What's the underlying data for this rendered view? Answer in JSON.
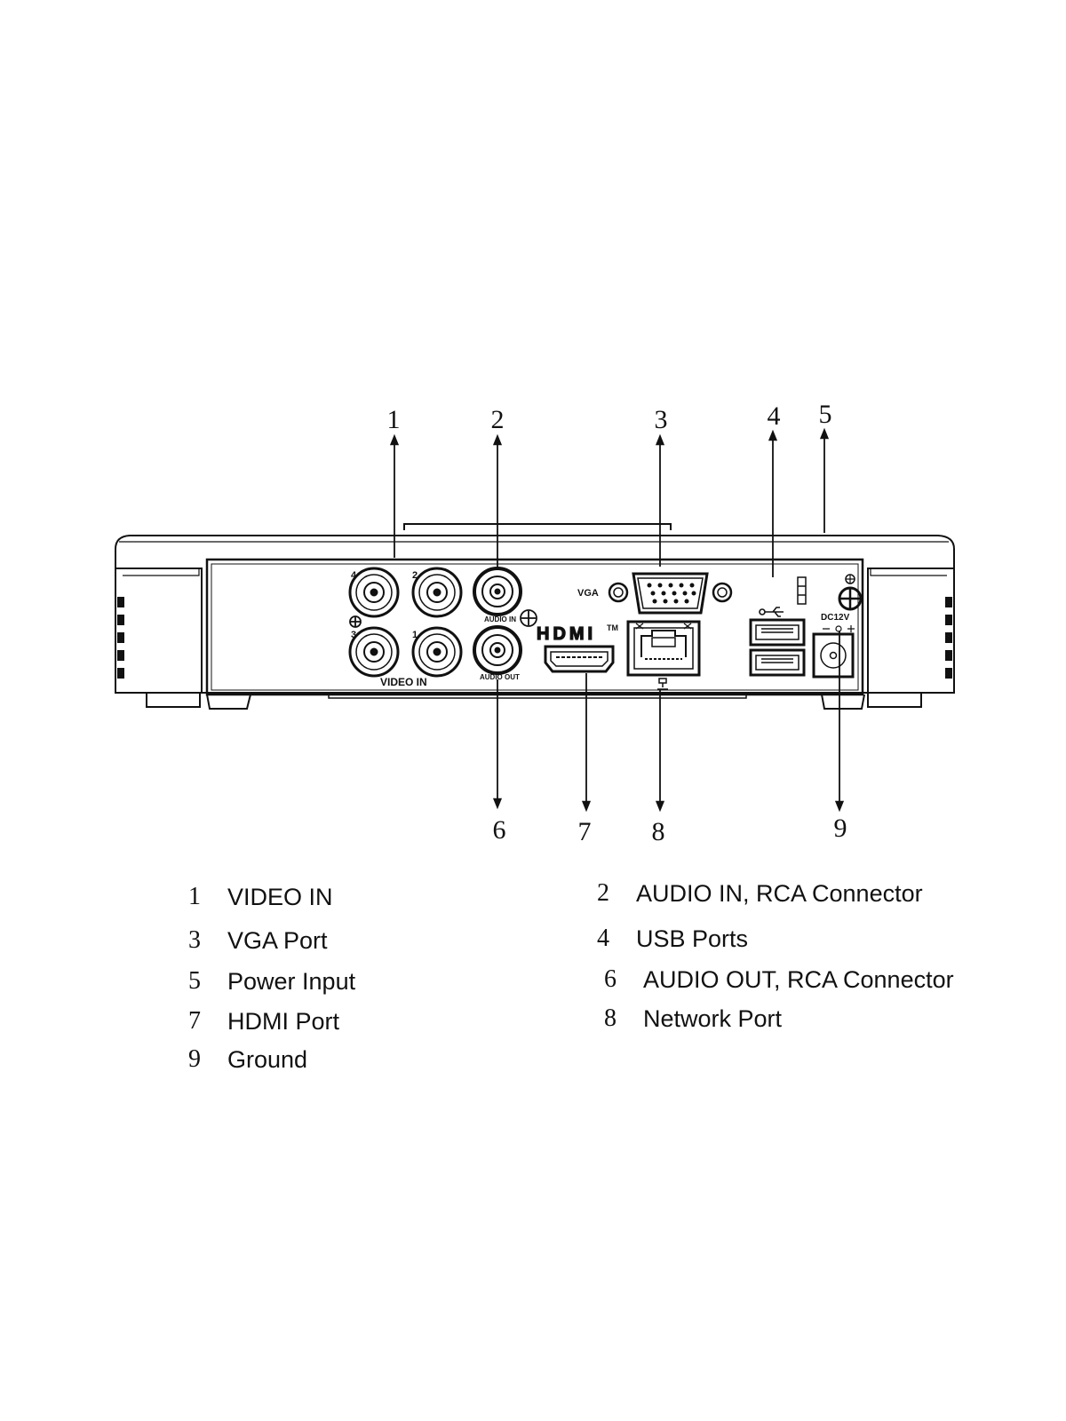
{
  "callouts": {
    "c1": "1",
    "c2": "2",
    "c3": "3",
    "c4": "4",
    "c5": "5",
    "c6": "6",
    "c7": "7",
    "c8": "8",
    "c9": "9"
  },
  "panel_labels": {
    "video_in": "VIDEO IN",
    "audio_in": "AUDIO IN",
    "audio_out": "AUDIO OUT",
    "vga": "VGA",
    "hdmi": "HDMI",
    "hdmi_tm": "TM",
    "dc": "DC12V",
    "bnc_4": "4",
    "bnc_2": "2",
    "bnc_3": "3",
    "bnc_1": "1"
  },
  "legend": {
    "items": [
      {
        "num": "1",
        "label": "VIDEO IN"
      },
      {
        "num": "2",
        "label": "AUDIO IN, RCA Connector"
      },
      {
        "num": "3",
        "label": "VGA Port"
      },
      {
        "num": "4",
        "label": "USB Ports"
      },
      {
        "num": "5",
        "label": "Power Input"
      },
      {
        "num": "6",
        "label": "AUDIO OUT, RCA Connector"
      },
      {
        "num": "7",
        "label": "HDMI Port"
      },
      {
        "num": "8",
        "label": "Network Port"
      },
      {
        "num": "9",
        "label": "Ground"
      }
    ]
  }
}
